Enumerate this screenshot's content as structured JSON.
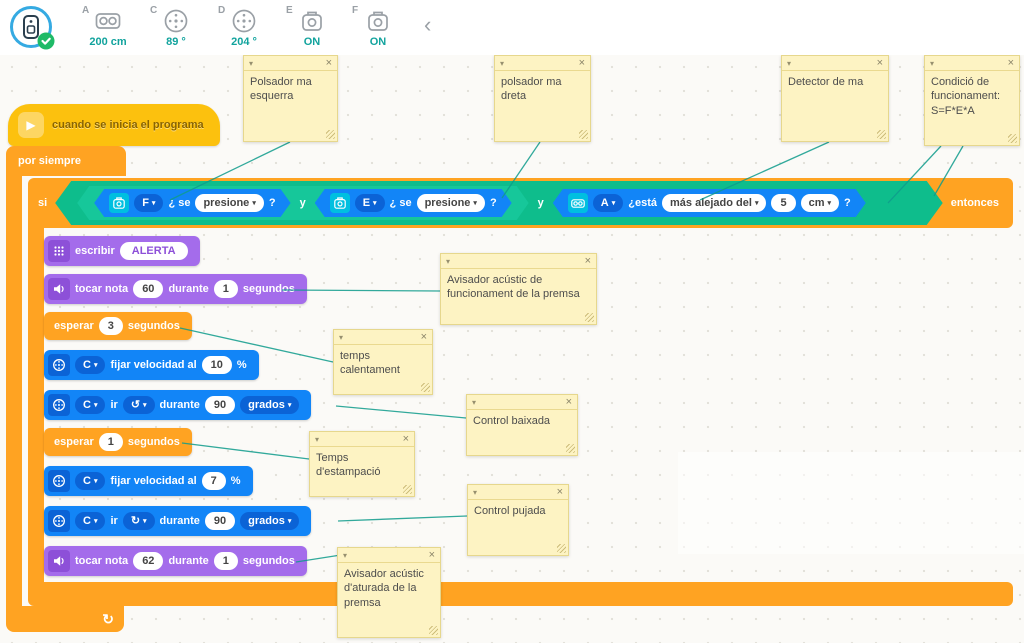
{
  "icons": {
    "caret": "▾",
    "close": "×",
    "collapse": "▾",
    "chevron_left": "‹",
    "loop": "↻",
    "play": "▶"
  },
  "colors": {
    "event_yellow": "#fcc10e",
    "control_orange": "#ffa322",
    "motor_blue": "#1285f7",
    "sound_purple": "#a46ceb",
    "logic_teal": "#0ebd8c",
    "sensor_cyan": "#00bfe0",
    "value_teal": "#11a39d",
    "note_yellow": "#fdf3c3"
  },
  "topbar": {
    "ports": [
      {
        "letter": "A",
        "type": "distance-sensor",
        "value": "200 cm"
      },
      {
        "letter": "C",
        "type": "motor",
        "value": "89 °"
      },
      {
        "letter": "D",
        "type": "motor",
        "value": "204 °"
      },
      {
        "letter": "E",
        "type": "force-sensor",
        "value": "ON"
      },
      {
        "letter": "F",
        "type": "force-sensor",
        "value": "ON"
      }
    ]
  },
  "script": {
    "hat_label": "cuando se inicia el programa",
    "forever_label": "por siempre",
    "if_label": "si",
    "then_label": "entonces",
    "and1": "y",
    "and2": "y",
    "cond_f": {
      "port": "F",
      "pre": "¿ se",
      "option": "presione",
      "suffix": "?"
    },
    "cond_e": {
      "port": "E",
      "pre": "¿ se",
      "option": "presione",
      "suffix": "?"
    },
    "cond_a": {
      "port": "A",
      "pre": "¿está",
      "option": "más alejado del",
      "value": "5",
      "unit": "cm",
      "suffix": "?"
    },
    "blocks": {
      "write": {
        "label": "escribir",
        "value": "ALERTA"
      },
      "beep1": {
        "label1": "tocar nota",
        "note": "60",
        "label2": "durante",
        "duration": "1",
        "label3": "segundos"
      },
      "wait1": {
        "label1": "esperar",
        "value": "3",
        "label2": "segundos"
      },
      "speed1": {
        "port": "C",
        "label": "fijar velocidad al",
        "value": "10",
        "unit": "%"
      },
      "run1": {
        "port": "C",
        "label1": "ir",
        "direction": "↺",
        "label2": "durante",
        "value": "90",
        "unit": "grados"
      },
      "wait2": {
        "label1": "esperar",
        "value": "1",
        "label2": "segundos"
      },
      "speed2": {
        "port": "C",
        "label": "fijar velocidad al",
        "value": "7",
        "unit": "%"
      },
      "run2": {
        "port": "C",
        "label1": "ir",
        "direction": "↻",
        "label2": "durante",
        "value": "90",
        "unit": "grados"
      },
      "beep2": {
        "label1": "tocar nota",
        "note": "62",
        "label2": "durante",
        "duration": "1",
        "label3": "segundos"
      }
    }
  },
  "comments": [
    {
      "text": "Polsador  ma esquerra"
    },
    {
      "text": "polsador ma dreta"
    },
    {
      "text": "Detector de ma"
    },
    {
      "text": "Condició de funcionament: S=F*E*A"
    },
    {
      "text": "Avisador acústic de funcionament de la premsa"
    },
    {
      "text": "temps calentament"
    },
    {
      "text": "Control baixada"
    },
    {
      "text": "Temps d'estampació"
    },
    {
      "text": "Control pujada"
    },
    {
      "text": "Avisador acústic d'aturada de la premsa"
    }
  ]
}
